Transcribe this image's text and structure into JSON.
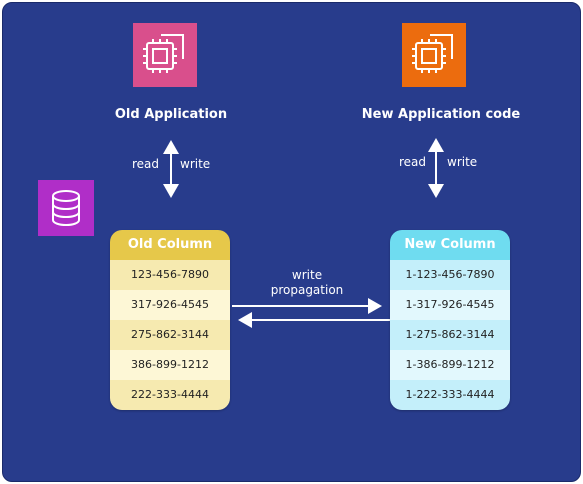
{
  "old_app": {
    "label": "Old Application",
    "color": "#d94f8c",
    "icon": "chip-icon"
  },
  "new_app": {
    "label": "New Application code",
    "color": "#ec6c0e",
    "icon": "chip-icon"
  },
  "old_rw": {
    "read": "read",
    "write": "write"
  },
  "new_rw": {
    "read": "read",
    "write": "write"
  },
  "database": {
    "icon": "database-icon",
    "color": "#b02ec8"
  },
  "old_column": {
    "title": "Old Column",
    "rows": [
      "123-456-7890",
      "317-926-4545",
      "275-862-3144",
      "386-899-1212",
      "222-333-4444"
    ]
  },
  "new_column": {
    "title": "New Column",
    "rows": [
      "1-123-456-7890",
      "1-317-926-4545",
      "1-275-862-3144",
      "1-386-899-1212",
      "1-222-333-4444"
    ]
  },
  "propagation": {
    "line1": "write",
    "line2": "propagation"
  }
}
